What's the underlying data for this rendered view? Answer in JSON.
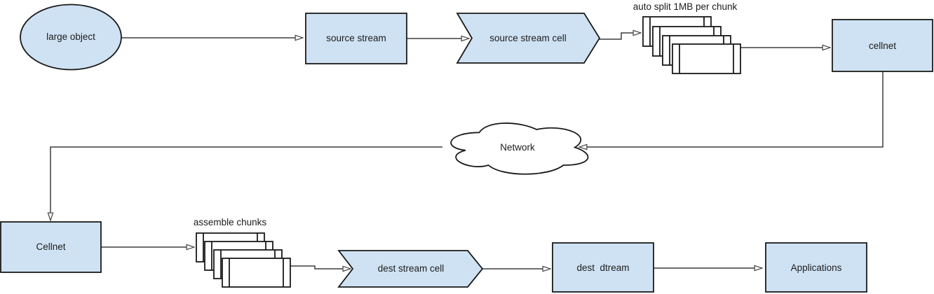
{
  "diagram": {
    "title_hint": "large object chunked streaming over cellnet",
    "nodes": {
      "large_object": {
        "label": "large object",
        "shape": "ellipse"
      },
      "source_stream": {
        "label": "source stream",
        "shape": "rectangle"
      },
      "source_stream_cell": {
        "label": "source stream cell",
        "shape": "chevron"
      },
      "cellnet_top": {
        "label": "cellnet",
        "shape": "rectangle"
      },
      "network": {
        "label": "Network",
        "shape": "cloud"
      },
      "cellnet_bottom": {
        "label": "Cellnet",
        "shape": "rectangle"
      },
      "dest_stream_cell": {
        "label": "dest stream cell",
        "shape": "chevron"
      },
      "dest_stream": {
        "label": "dest  dtream",
        "shape": "rectangle"
      },
      "applications": {
        "label": "Applications",
        "shape": "rectangle"
      }
    },
    "annotations": {
      "auto_split": "auto split 1MB per chunk",
      "assemble": "assemble chunks"
    },
    "chunk_stacks": {
      "split_stack_count": 4,
      "assemble_stack_count": 4
    },
    "colors": {
      "node_fill": "#cfe2f3",
      "node_stroke": "#1a1a1a",
      "chunk_fill": "#ffffff",
      "connector": "#3d3d3d",
      "text": "#1c1c1c",
      "background": "#ffffff"
    }
  }
}
